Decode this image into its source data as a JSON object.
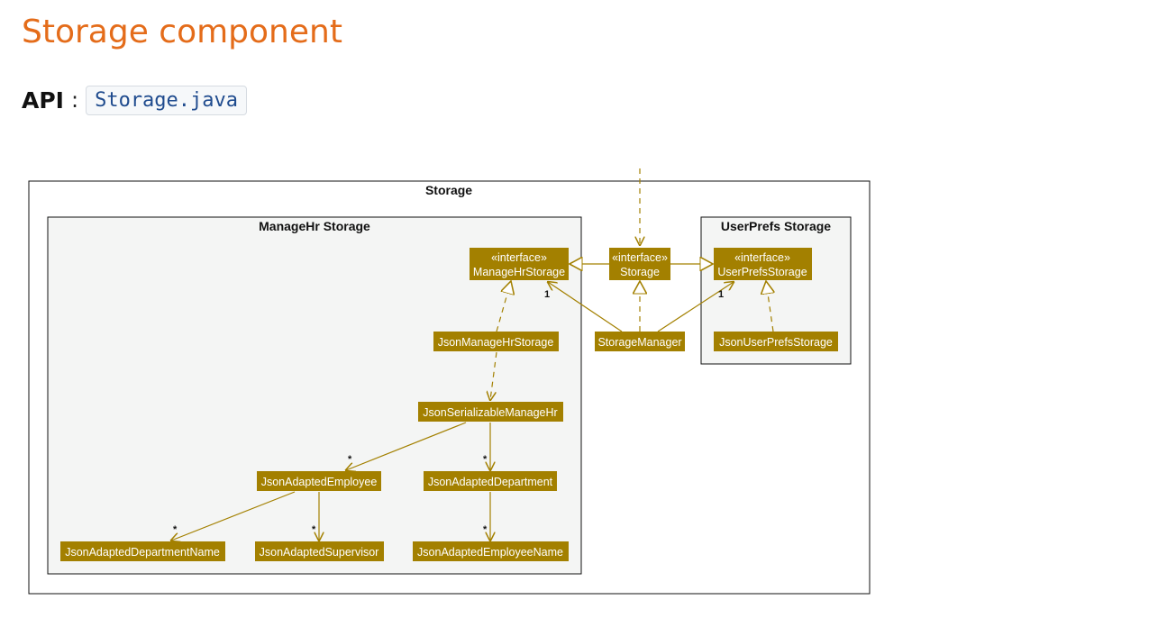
{
  "page": {
    "title": "Storage component",
    "api_label": "API",
    "api_separator": ":",
    "api_file": "Storage.java"
  },
  "diagram": {
    "outer_package": "Storage",
    "packages": {
      "managehr": "ManageHr Storage",
      "userprefs": "UserPrefs Storage"
    },
    "stereotype": "«interface»",
    "classes": {
      "managehr_storage_iface": "ManageHrStorage",
      "storage_iface": "Storage",
      "userprefs_storage_iface": "UserPrefsStorage",
      "json_managehr_storage": "JsonManageHrStorage",
      "storage_manager": "StorageManager",
      "json_userprefs_storage": "JsonUserPrefsStorage",
      "json_serializable_managehr": "JsonSerializableManageHr",
      "json_adapted_employee": "JsonAdaptedEmployee",
      "json_adapted_department": "JsonAdaptedDepartment",
      "json_adapted_department_name": "JsonAdaptedDepartmentName",
      "json_adapted_supervisor": "JsonAdaptedSupervisor",
      "json_adapted_employee_name": "JsonAdaptedEmployeeName"
    },
    "multiplicities": {
      "manager_to_managehr": "1",
      "manager_to_userprefs": "1",
      "serializable_to_employee": "*",
      "serializable_to_department": "*",
      "employee_to_department_name": "*",
      "employee_to_supervisor": "*",
      "department_to_employee_name": "*"
    },
    "colors": {
      "class_fill": "#a38000",
      "package_fill": "#f4f5f4",
      "title_accent": "#e46c1a"
    }
  }
}
